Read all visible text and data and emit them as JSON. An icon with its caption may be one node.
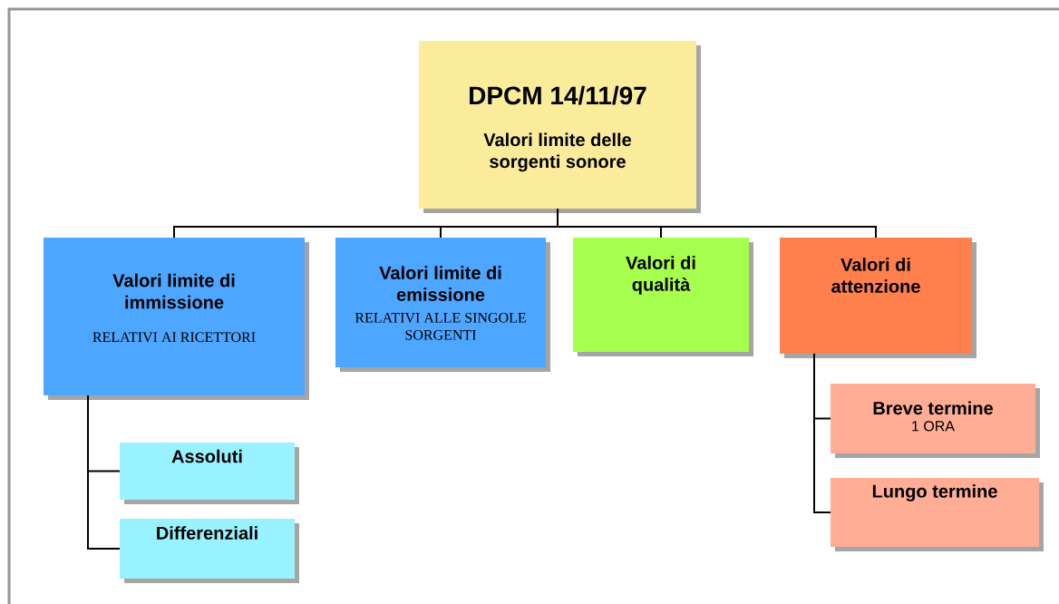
{
  "diagram": {
    "nodes": [
      {
        "text": [
          "DPCM 14/11/97",
          "Valori limite delle sorgenti sonore"
        ]
      },
      {
        "text": [
          "Valori limite di immissione",
          "RELATIVI AI RICETTORI"
        ]
      },
      {
        "text": [
          "Valori limite di emissione",
          "RELATIVI ALLE SINGOLE SORGENTI"
        ]
      },
      {
        "text": [
          "Valori di qualità"
        ]
      },
      {
        "text": [
          "Valori di attenzione"
        ]
      },
      {
        "text": [
          "Assoluti"
        ]
      },
      {
        "text": [
          "Differenziali"
        ]
      },
      {
        "text": [
          "Breve termine",
          "1 ORA"
        ]
      },
      {
        "text": [
          "Lungo termine"
        ]
      }
    ],
    "edges": [
      {
        "from": 0,
        "to": 1,
        "arrow": "none"
      },
      {
        "from": 0,
        "to": 2,
        "arrow": "none"
      },
      {
        "from": 0,
        "to": 3,
        "arrow": "none"
      },
      {
        "from": 0,
        "to": 4,
        "arrow": "none"
      },
      {
        "from": 1,
        "to": 5,
        "arrow": "none"
      },
      {
        "from": 1,
        "to": 6,
        "arrow": "none"
      },
      {
        "from": 4,
        "to": 7,
        "arrow": "none"
      },
      {
        "from": 4,
        "to": 8,
        "arrow": "none"
      }
    ]
  }
}
